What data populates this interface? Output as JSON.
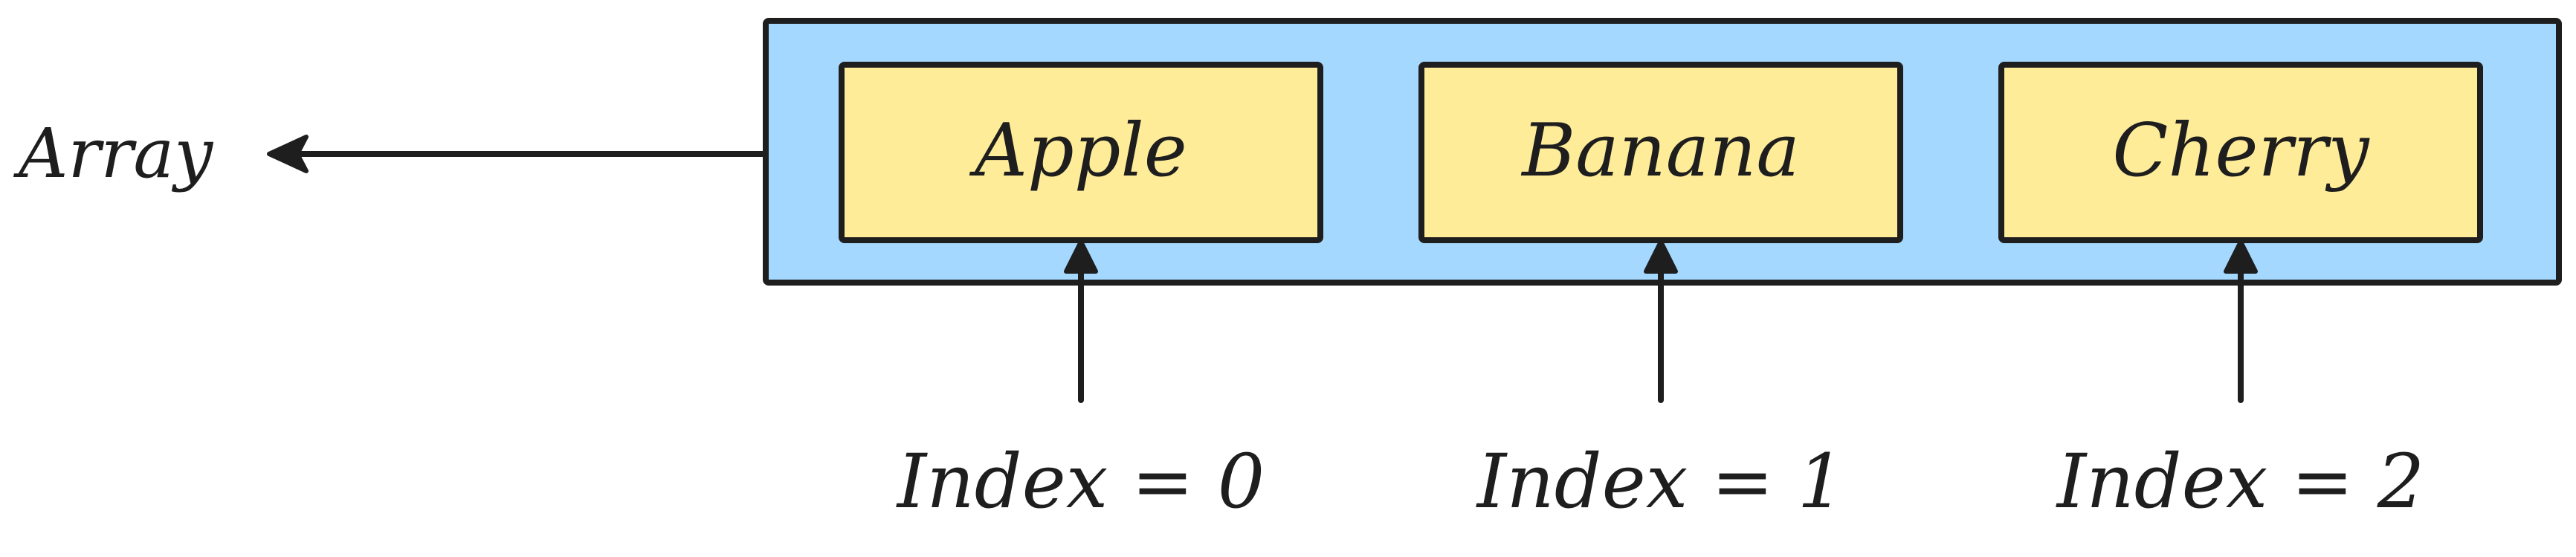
{
  "array_label": "Array",
  "items": [
    {
      "label": "Apple"
    },
    {
      "label": "Banana"
    },
    {
      "label": "Cherry"
    }
  ],
  "indices": [
    {
      "label": "Index = 0"
    },
    {
      "label": "Index = 1"
    },
    {
      "label": "Index = 2"
    }
  ],
  "colors": {
    "container_fill": "#a5d8ff",
    "item_fill": "#ffec99",
    "stroke": "#1e1e1e",
    "background": "#ffffff"
  }
}
